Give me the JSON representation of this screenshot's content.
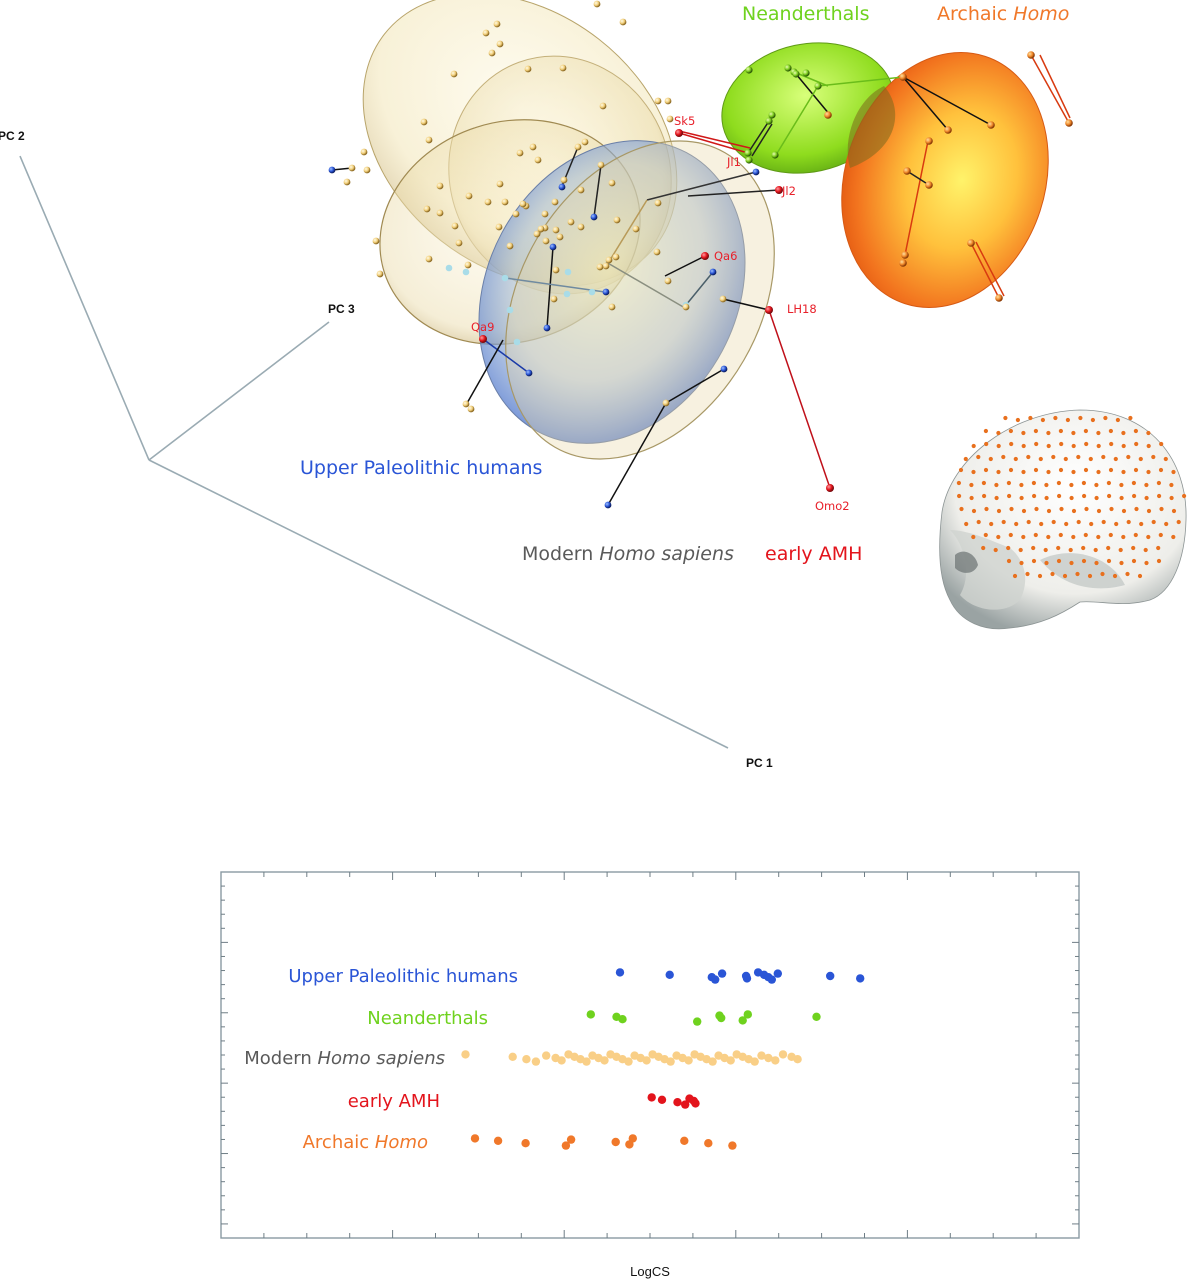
{
  "colors": {
    "upper_paleolithic": "#2a55d6",
    "neanderthals": "#6fd21e",
    "modern": "#5a5a5a",
    "modern_points": "#f9cf87",
    "early_amh": "#e3141c",
    "archaic": "#f0782a",
    "axis_line": "#9aabb3",
    "frame": "#8a9aa3"
  },
  "pca_panel": {
    "axes": {
      "pc1": "PC 1",
      "pc2": "PC 2",
      "pc3": "PC 3"
    },
    "group_labels": {
      "neanderthals": "Neanderthals",
      "archaic_prefix": "Archaic ",
      "archaic_italic": "Homo",
      "upper_paleolithic": "Upper Paleolithic humans",
      "modern_prefix": "Modern ",
      "modern_italic": "Homo sapiens",
      "early_amh": "early AMH"
    },
    "specimen_labels": [
      "Sk5",
      "Jl1",
      "Jl2",
      "Qa6",
      "LH18",
      "Qa9",
      "Omo2"
    ],
    "inset": "skull-with-landmarks"
  },
  "chart_data": {
    "type": "scatter",
    "title": "",
    "xlabel": "LogCS",
    "ylabel": "",
    "grid": false,
    "legend": "inline-left",
    "x_range": [
      0,
      100
    ],
    "x_tick_count": 20,
    "note": "x positions are relative positions along the unlabeled LogCS axis (0 = left frame, 100 = right frame)",
    "series": [
      {
        "name": "Upper Paleolithic humans",
        "color_key": "upper_paleolithic",
        "row": 5,
        "x": [
          46.5,
          52.3,
          57.2,
          57.6,
          58.4,
          61.2,
          61.3,
          62.6,
          63.3,
          63.8,
          64.2,
          64.9,
          71.0,
          74.5
        ]
      },
      {
        "name": "Neanderthals",
        "color_key": "neanderthals",
        "row": 4,
        "x": [
          43.1,
          46.1,
          46.8,
          55.5,
          58.1,
          58.3,
          60.8,
          61.4,
          69.4
        ]
      },
      {
        "name": "Modern Homo sapiens",
        "color_key": "modern_points",
        "row": 3,
        "x": [
          28.5,
          34.0,
          35.6,
          36.7,
          37.9,
          39.0,
          39.7,
          40.5,
          41.2,
          41.9,
          42.6,
          43.3,
          44.0,
          44.7,
          45.4,
          46.1,
          46.8,
          47.5,
          48.2,
          48.9,
          49.6,
          50.3,
          51.0,
          51.7,
          52.4,
          53.1,
          53.8,
          54.5,
          55.2,
          55.9,
          56.6,
          57.3,
          58.0,
          58.7,
          59.4,
          60.1,
          60.8,
          61.5,
          62.2,
          63.0,
          63.8,
          64.6,
          65.5,
          66.5,
          67.2
        ],
        "label_prefix": "Modern ",
        "label_italic": "Homo sapiens"
      },
      {
        "name": "early AMH",
        "color_key": "early_amh",
        "row": 2,
        "x": [
          50.2,
          51.4,
          53.2,
          54.1,
          54.6,
          55.1,
          55.3
        ]
      },
      {
        "name": "Archaic Homo",
        "color_key": "archaic",
        "row": 1,
        "x": [
          29.6,
          32.3,
          35.5,
          40.2,
          40.8,
          46.0,
          47.6,
          48.0,
          54.0,
          56.8,
          59.6
        ],
        "label_prefix": "Archaic ",
        "label_italic": "Homo"
      }
    ]
  }
}
